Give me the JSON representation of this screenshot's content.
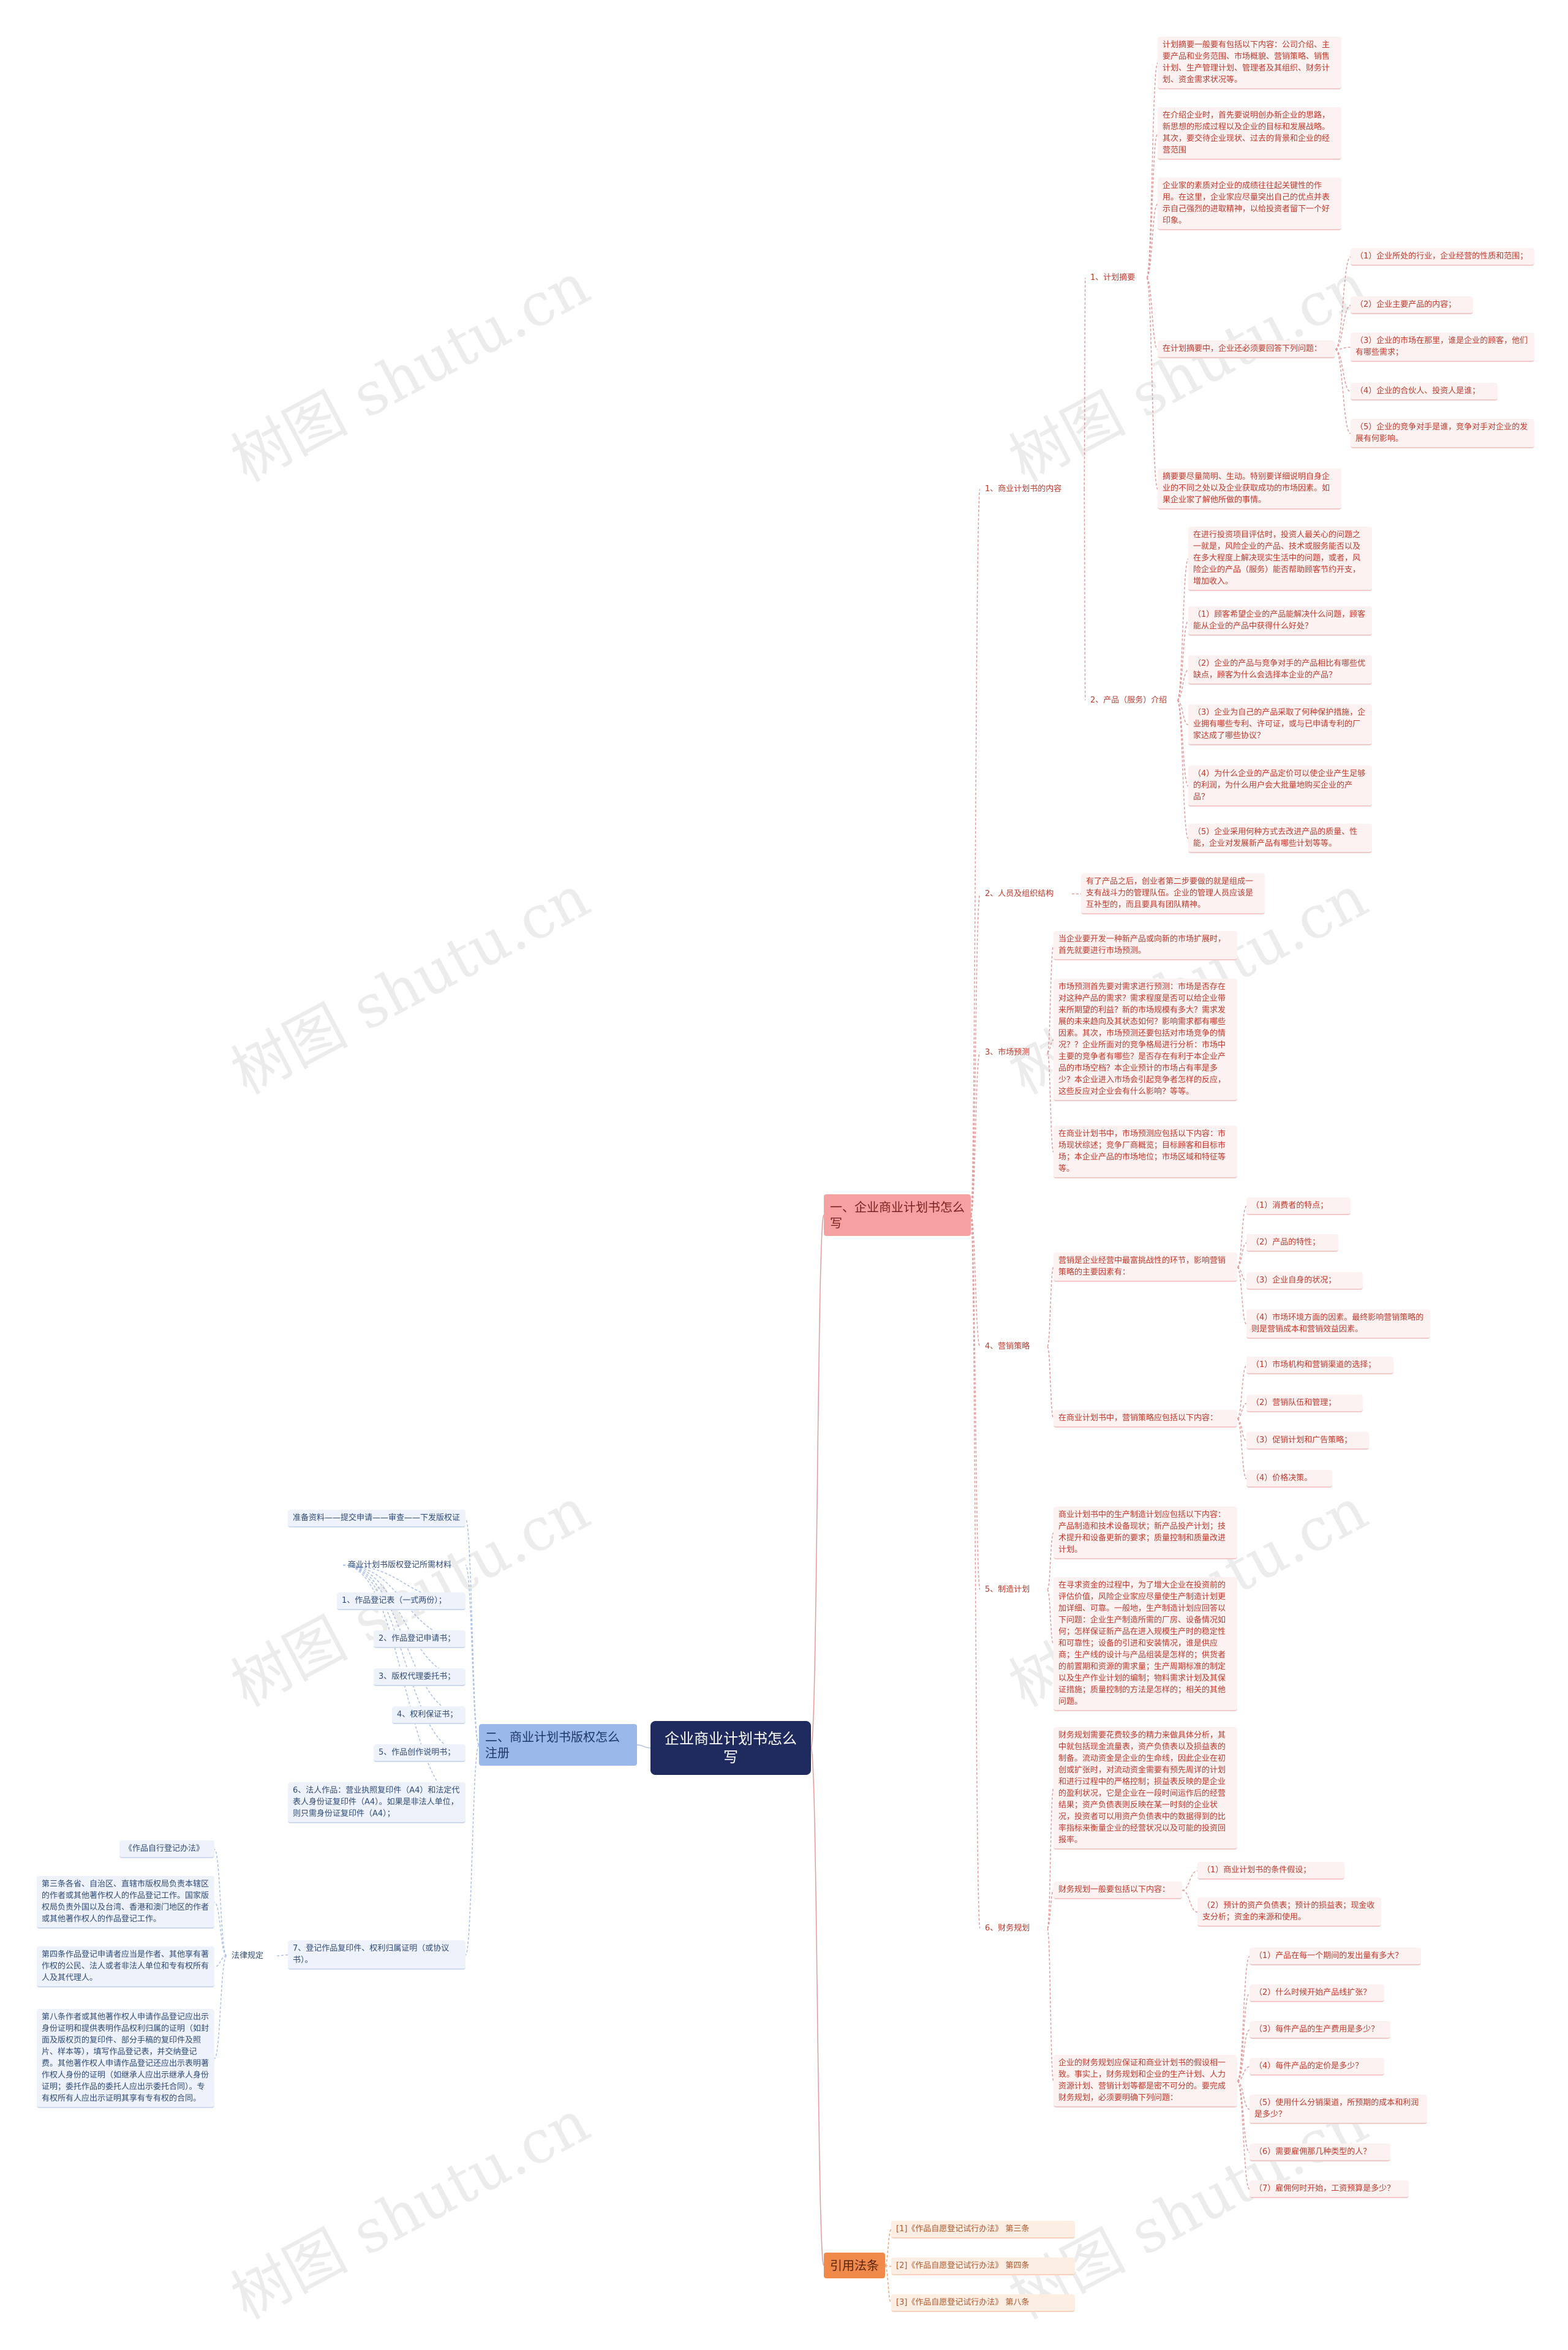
{
  "root": "企业商业计划书怎么写",
  "watermark": "树图 shutu.cn",
  "colors": {
    "root": "#1f2b5e",
    "branch_one": "#f5a1a1",
    "branch_two": "#9ab8ea",
    "branch_refs": "#f08a4b",
    "line_red": "#e59a9a",
    "line_blue": "#a9bfe6",
    "line_orange": "#f0a27a"
  },
  "right": {
    "title": "一、企业商业计划书怎么写",
    "s1": {
      "label": "1、商业计划书的内容",
      "a": {
        "label": "1、计划摘要",
        "p1": "计划摘要一般要有包括以下内容：公司介绍、主要产品和业务范围、市场概貌、营销策略、销售计划、生产管理计划、管理者及其组织、财务计划、资金需求状况等。",
        "p2": "在介绍企业时，首先要说明创办新企业的思路，新思想的形成过程以及企业的目标和发展战略。其次，要交待企业现状、过去的背景和企业的经营范围",
        "p3": "企业家的素质对企业的成绩往往起关键性的作用。在这里，企业家应尽量突出自己的优点并表示自己强烈的进取精神，以给投资者留下一个好印象。",
        "p4": "在计划摘要中，企业还必须要回答下列问题：",
        "q": [
          "（1）企业所处的行业，企业经营的性质和范围；",
          "（2）企业主要产品的内容；",
          "（3）企业的市场在那里，谁是企业的顾客，他们有哪些需求；",
          "（4）企业的合伙人、投资人是谁；",
          "（5）企业的竞争对手是谁，竞争对手对企业的发展有何影响。"
        ],
        "p5": "摘要要尽量简明、生动。特别要详细说明自身企业的不同之处以及企业获取成功的市场因素。如果企业家了解他所做的事情。"
      },
      "b": {
        "label": "2、产品（服务）介绍",
        "p1": "在进行投资项目评估时，投资人最关心的问题之一就是，风险企业的产品、技术或服务能否以及在多大程度上解决现实生活中的问题，或者，风险企业的产品（服务）能否帮助顾客节约开支，增加收入。",
        "q": [
          "（1）顾客希望企业的产品能解决什么问题，顾客能从企业的产品中获得什么好处？",
          "（2）企业的产品与竞争对手的产品相比有哪些优缺点，顾客为什么会选择本企业的产品？",
          "（3）企业为自己的产品采取了何种保护措施，企业拥有哪些专利、许可证，或与已申请专利的厂家达成了哪些协议？",
          "（4）为什么企业的产品定价可以使企业产生足够的利润，为什么用户会大批量地购买企业的产品？",
          "（5）企业采用何种方式去改进产品的质量、性能，企业对发展新产品有哪些计划等等。"
        ]
      }
    },
    "s2": {
      "label": "2、人员及组织结构",
      "p": "有了产品之后，创业者第二步要做的就是组成一支有战斗力的管理队伍。企业的管理人员应该是互补型的，而且要具有团队精神。"
    },
    "s3": {
      "label": "3、市场预测",
      "p1": "当企业要开发一种新产品或向新的市场扩展时，首先就要进行市场预测。",
      "p2": "市场预测首先要对需求进行预测：市场是否存在对这种产品的需求？需求程度是否可以给企业带来所期望的利益？新的市场规模有多大？需求发展的未来趋向及其状态如何？影响需求都有哪些因素。其次，市场预测还要包括对市场竞争的情况？？企业所面对的竞争格局进行分析：市场中主要的竞争者有哪些？是否存在有利于本企业产品的市场空档？本企业预计的市场占有率是多少？本企业进入市场会引起竞争者怎样的反应，这些反应对企业会有什么影响？等等。",
      "p3": "在商业计划书中，市场预测应包括以下内容：市场现状综述；竞争厂商概览；目标顾客和目标市场；本企业产品的市场地位；市场区域和特征等等。"
    },
    "s4": {
      "label": "4、营销策略",
      "p1": "营销是企业经营中最富挑战性的环节，影响营销策略的主要因素有：",
      "f": [
        "（1）消费者的特点；",
        "（2）产品的特性；",
        "（3）企业自身的状况；",
        "（4）市场环境方面的因素。最终影响营销策略的则是营销成本和营销效益因素。"
      ],
      "p2": "在商业计划书中，营销策略应包括以下内容：",
      "g": [
        "（1）市场机构和营销渠道的选择；",
        "（2）营销队伍和管理；",
        "（3）促销计划和广告策略；",
        "（4）价格决策。"
      ]
    },
    "s5": {
      "label": "5、制造计划",
      "p1": "商业计划书中的生产制造计划应包括以下内容：产品制造和技术设备现状；新产品投产计划；技术提升和设备更新的要求；质量控制和质量改进计划。",
      "p2": "在寻求资金的过程中，为了增大企业在投资前的评估价值，风险企业家应尽量使生产制造计划更加详细、可靠。一般地，生产制造计划应回答以下问题：企业生产制造所需的厂房、设备情况如何；怎样保证新产品在进入规模生产时的稳定性和可靠性；设备的引进和安装情况，谁是供应商；生产线的设计与产品组装是怎样的；供货者的前置期和资源的需求量；生产周期标准的制定以及生产作业计划的编制；物料需求计划及其保证措施；质量控制的方法是怎样的；相关的其他问题。"
    },
    "s6": {
      "label": "6、财务规划",
      "p1": "财务规划需要花费较多的精力来做具体分析，其中就包括现金流量表，资产负债表以及损益表的制备。流动资金是企业的生命线，因此企业在初创或扩张时，对流动资金需要有预先周详的计划和进行过程中的严格控制；损益表反映的是企业的盈利状况，它是企业在一段时间运作后的经营结果；资产负债表则反映在某一时刻的企业状况，投资者可以用资产负债表中的数据得到的比率指标来衡量企业的经营状况以及可能的投资回报率。",
      "p2": "财务规划一般要包括以下内容：",
      "h": [
        "（1）商业计划书的条件假设；",
        "（2）预计的资产负债表；预计的损益表；现金收支分析；资金的来源和使用。"
      ],
      "p3": "企业的财务规划应保证和商业计划书的假设相一致。事实上，财务规划和企业的生产计划、人力资源计划、营销计划等都是密不可分的。要完成财务规划，必须要明确下列问题：",
      "k": [
        "（1）产品在每一个期间的发出量有多大？",
        "（2）什么时候开始产品线扩张？",
        "（3）每件产品的生产费用是多少？",
        "（4）每件产品的定价是多少？",
        "（5）使用什么分销渠道，所预期的成本和利润是多少？",
        "（6）需要雇佣那几种类型的人？",
        "（7）雇佣何时开始，工资预算是多少？"
      ]
    }
  },
  "left": {
    "title": "二、商业计划书版权怎么注册",
    "a": "准备资料——提交申请——审查——下发版权证",
    "b": "商业计划书版权登记所需材料",
    "items": [
      "1、作品登记表（一式两份）；",
      "2、作品登记申请书；",
      "3、版权代理委托书；",
      "4、权利保证书；",
      "5、作品创作说明书；",
      "6、法人作品：营业执照复印件（A4）和法定代表人身份证复印件（A4）。如果是非法人单位，则只需身份证复印件（A4）；",
      "7、登记作品复印件、权利归属证明（或协议书）。"
    ],
    "law_label": "法律规定",
    "law_title": "《作品自行登记办法》",
    "laws": [
      "第三条各省、自治区、直辖市版权局负责本辖区的作者或其他著作权人的作品登记工作。国家版权局负责外国以及台湾、香港和澳门地区的作者或其他著作权人的作品登记工作。",
      "第四条作品登记申请者应当是作者、其他享有著作权的公民、法人或者非法人单位和专有权所有人及其代理人。",
      "第八条作者或其他著作权人申请作品登记应出示身份证明和提供表明作品权利归属的证明（如封面及版权页的复印件、部分手稿的复印件及照片、样本等），填写作品登记表，并交纳登记费。其他著作权人申请作品登记还应出示表明著作权人身份的证明（如继承人应出示继承人身份证明；委托作品的委托人应出示委托合同）。专有权所有人应出示证明其享有专有权的合同。"
    ]
  },
  "refs": {
    "title": "引用法条",
    "items": [
      "[1]《作品自愿登记试行办法》 第三条",
      "[2]《作品自愿登记试行办法》 第四条",
      "[3]《作品自愿登记试行办法》 第八条"
    ]
  }
}
